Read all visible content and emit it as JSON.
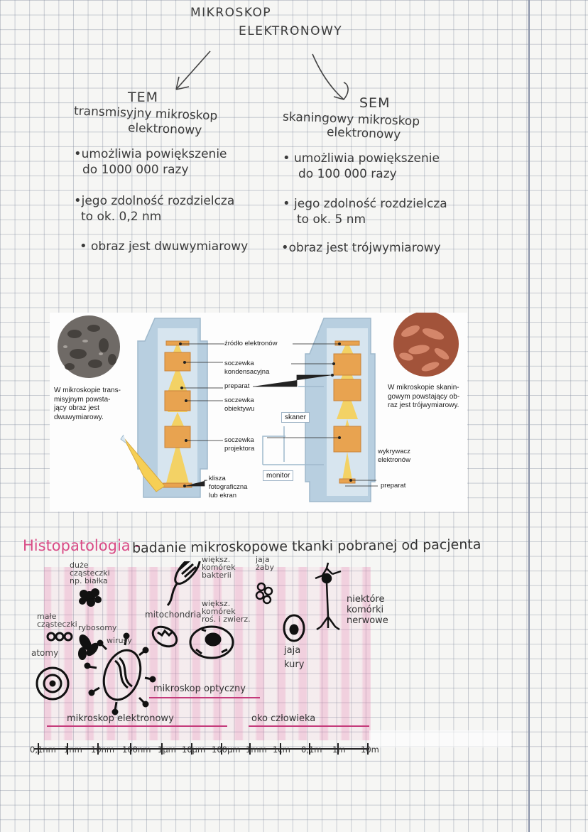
{
  "title": {
    "line1": "MIKROSKOP",
    "line2": "ELEKTRONOWY"
  },
  "tem": {
    "abbr": "TEM",
    "name_line1": "transmisyjny mikroskop",
    "name_line2": "elektronowy",
    "bullets": [
      {
        "line1": "umożliwia powiększenie",
        "line2": "do 1000 000 razy"
      },
      {
        "line1": "jego zdolność rozdzielcza",
        "line2": "to ok. 0,2 nm"
      },
      {
        "line1": "obraz jest dwuwymiarowy",
        "line2": ""
      }
    ]
  },
  "sem": {
    "abbr": "SEM",
    "name_line1": "skaningowy mikroskop",
    "name_line2": "elektronowy",
    "bullets": [
      {
        "line1": "umożliwia powiększenie",
        "line2": "do 100 000 razy"
      },
      {
        "line1": "jego zdolność rozdzielcza",
        "line2": "to ok. 5 nm"
      },
      {
        "line1": "obraz jest trójwymiarowy",
        "line2": ""
      }
    ]
  },
  "figure": {
    "left_caption": [
      "W mikroskopie trans-",
      "misyjnym powsta-",
      "jący obraz jest",
      "dwuwymiarowy."
    ],
    "right_caption": [
      "W mikroskopie skanin-",
      "gowym powstający ob-",
      "raz jest trójwymiarowy."
    ],
    "labels": {
      "source": "źródło elektronów",
      "condenser": [
        "soczewka",
        "kondensacyjna"
      ],
      "specimen": "preparat",
      "objective": [
        "soczewka",
        "obiektywu"
      ],
      "projector": [
        "soczewka",
        "projektora"
      ],
      "plate": [
        "klisza",
        "fotograficzna",
        "lub ekran"
      ],
      "scanner": "skaner",
      "monitor": "monitor",
      "detector": [
        "wykrywacz",
        "elektronów"
      ],
      "specimen2": "preparat"
    },
    "colors": {
      "column": "#a9c3d6",
      "lens": "#e9a04f",
      "beam": "#f4c94a"
    }
  },
  "histo": {
    "term": "Histopatologia -",
    "definition": "badanie mikroskopowe tkanki pobranej od pacjenta",
    "color": "#d94b86"
  },
  "objects": {
    "duze_czasteczki": [
      "duże",
      "cząsteczki",
      "np. białka"
    ],
    "male_czasteczki": [
      "małe",
      "cząsteczki"
    ],
    "rybosomy": "rybosomy",
    "wirusy": "wirusy",
    "atomy": "atomy",
    "mitochondria": "mitochondria",
    "bakterie": [
      "większ.",
      "komórek",
      "bakterii"
    ],
    "komorki_pow": [
      "większ.",
      "komórek",
      "roś. i zwierz."
    ],
    "jaja_zaby": [
      "jaja",
      "żaby"
    ],
    "jaja_kury": [
      "jaja",
      "kury"
    ],
    "nerwowe": [
      "niektóre",
      "komórki",
      "nerwowe"
    ]
  },
  "ranges": {
    "optical": "mikroskop optyczny",
    "electron": "mikroskop elektronowy",
    "eye": "oko człowieka"
  },
  "scale": [
    "0,1nm",
    "1nm",
    "10nm",
    "100nm",
    "1µm",
    "10µm",
    "100µm",
    "1mm",
    "1cm",
    "0,1m",
    "1m",
    "10m"
  ]
}
